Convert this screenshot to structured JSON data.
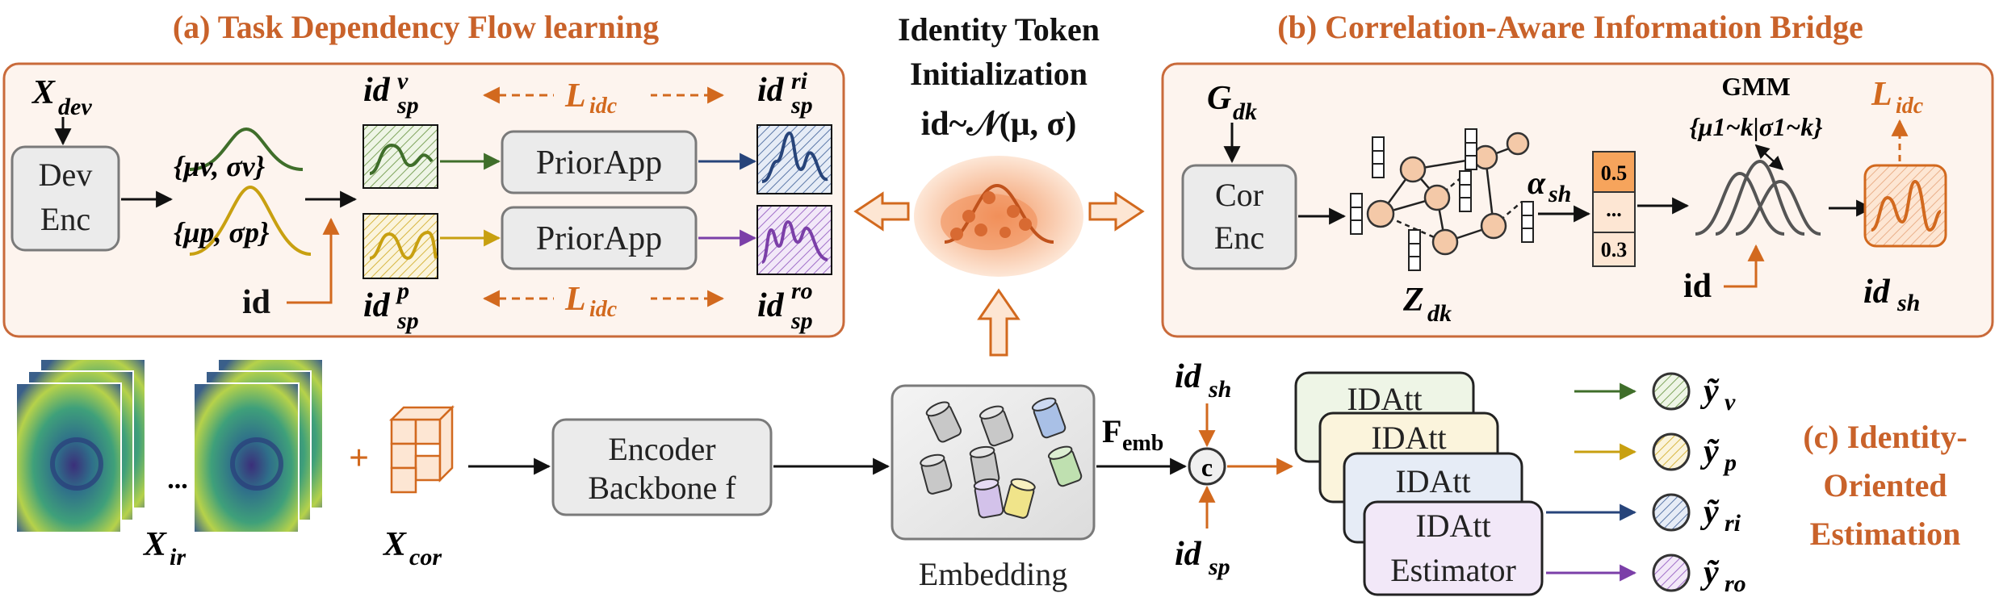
{
  "colors": {
    "accent_orange": "#d2691e",
    "panel_border": "#c96a3a",
    "panel_fill": "#fdf4ee",
    "green": "#3f6e2a",
    "yellow": "#c8a010",
    "blue": "#27447a",
    "purple": "#7b3fa8",
    "box_fill": "#ebebeb",
    "box_border": "#7a7a7a"
  },
  "section_a": {
    "title": "(a) Task Dependency Flow learning",
    "input_label": "X",
    "input_sub": "dev",
    "encoder_line1": "Dev",
    "encoder_line2": "Enc",
    "dist_v": "{μv, σv}",
    "dist_p": "{μp, σp}",
    "id_label": "id",
    "id_sp_v": "id",
    "id_sp_v_sub": "sp",
    "id_sp_v_sup": "v",
    "id_sp_p": "id",
    "id_sp_p_sub": "sp",
    "id_sp_p_sup": "p",
    "prior_top": "PriorApp",
    "prior_bottom": "PriorApp",
    "id_sp_ri": "id",
    "id_sp_ri_sub": "sp",
    "id_sp_ri_sup": "ri",
    "id_sp_ro": "id",
    "id_sp_ro_sub": "sp",
    "id_sp_ro_sup": "ro",
    "loss_top": "L",
    "loss_top_sub": "idc",
    "loss_bottom": "L",
    "loss_bottom_sub": "idc"
  },
  "center": {
    "title_line1": "Identity Token",
    "title_line2": "Initialization",
    "title_line3": "id~𝒩(μ, σ)",
    "embedding_label": "Embedding"
  },
  "section_b": {
    "title": "(b) Correlation-Aware Information Bridge",
    "input_label": "G",
    "input_sub": "dk",
    "encoder_line1": "Cor",
    "encoder_line2": "Enc",
    "z_label": "Z",
    "z_sub": "dk",
    "alpha_label": "α",
    "alpha_sub": "sh",
    "vec_top": "0.5",
    "vec_mid": "...",
    "vec_bottom": "0.3",
    "gmm_title": "GMM",
    "gmm_params": "{μ1~k|σ1~k}",
    "id_label": "id",
    "loss": "L",
    "loss_sub": "idc",
    "out_label": "id",
    "out_sub": "sh"
  },
  "bottom": {
    "xir": "X",
    "xir_sub": "ir",
    "dots": "...",
    "xcor": "X",
    "xcor_sub": "cor",
    "plus": "+",
    "backbone_line1": "Encoder",
    "backbone_line2": "Backbone f",
    "femb": "F",
    "femb_sub": "emb",
    "id_sh": "id",
    "id_sh_sub": "sh",
    "id_sp": "id",
    "id_sp_sub": "sp",
    "concat": "c",
    "idatt": [
      "IDAtt",
      "IDAtt",
      "IDAtt",
      "IDAtt"
    ],
    "estimator": "Estimator",
    "outputs": [
      "ỹv",
      "ỹp",
      "ỹri",
      "ỹro"
    ],
    "outputs_tex": [
      {
        "base": "ỹ",
        "sub": "v"
      },
      {
        "base": "ỹ",
        "sub": "p"
      },
      {
        "base": "ỹ",
        "sub": "ri"
      },
      {
        "base": "ỹ",
        "sub": "ro"
      }
    ],
    "section_c_line1": "(c) Identity-",
    "section_c_line2": "Oriented",
    "section_c_line3": "Estimation"
  }
}
